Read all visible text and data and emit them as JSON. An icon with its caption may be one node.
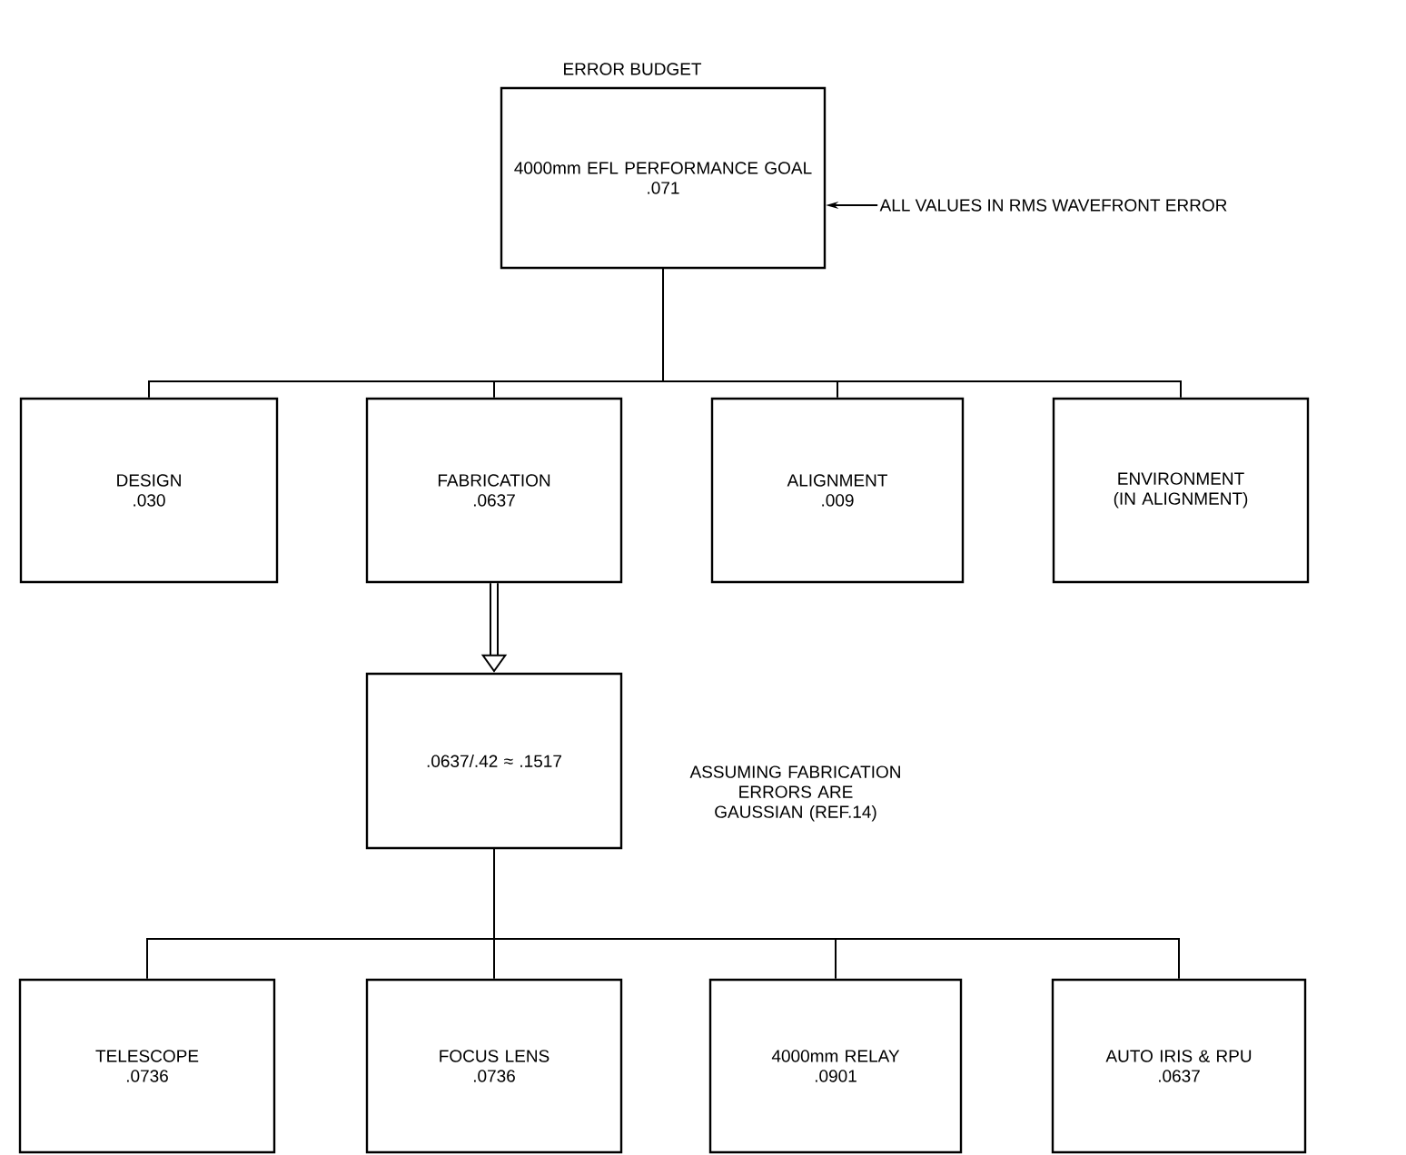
{
  "diagram": {
    "title": "ERROR BUDGET",
    "nodes": [
      {
        "text": [
          "4000mm EFL PERFORMANCE GOAL",
          ".071"
        ]
      },
      {
        "text": [
          "ALL VALUES IN RMS WAVEFRONT ERROR"
        ]
      },
      {
        "text": [
          "DESIGN",
          ".030"
        ]
      },
      {
        "text": [
          "FABRICATION",
          ".0637"
        ]
      },
      {
        "text": [
          "ALIGNMENT",
          ".009"
        ]
      },
      {
        "text": [
          "ENVIRONMENT (IN ALIGNMENT)"
        ]
      },
      {
        "text": [
          ".0637/.42 ≈ .1517"
        ],
        "beside": [
          "ASSUMING FABRICATION ERRORS ARE GAUSSIAN (REF.14)"
        ]
      },
      {
        "text": [
          "TELESCOPE",
          ".0736"
        ]
      },
      {
        "text": [
          "FOCUS LENS",
          ".0736"
        ]
      },
      {
        "text": [
          "4000mm RELAY",
          ".0901"
        ]
      },
      {
        "text": [
          "AUTO IRIS & RPU",
          ".0637"
        ]
      }
    ],
    "edges": [
      {
        "from": 1,
        "to": 0,
        "arrow": "to"
      },
      {
        "from": 0,
        "to": 2,
        "arrow": "none"
      },
      {
        "from": 0,
        "to": 3,
        "arrow": "none"
      },
      {
        "from": 0,
        "to": 4,
        "arrow": "none"
      },
      {
        "from": 0,
        "to": 5,
        "arrow": "none"
      },
      {
        "from": 3,
        "to": 6,
        "arrow": "to",
        "style": "thick"
      },
      {
        "from": 6,
        "to": 7,
        "arrow": "none"
      },
      {
        "from": 6,
        "to": 8,
        "arrow": "none"
      },
      {
        "from": 6,
        "to": 9,
        "arrow": "none"
      },
      {
        "from": 6,
        "to": 10,
        "arrow": "none"
      }
    ]
  }
}
